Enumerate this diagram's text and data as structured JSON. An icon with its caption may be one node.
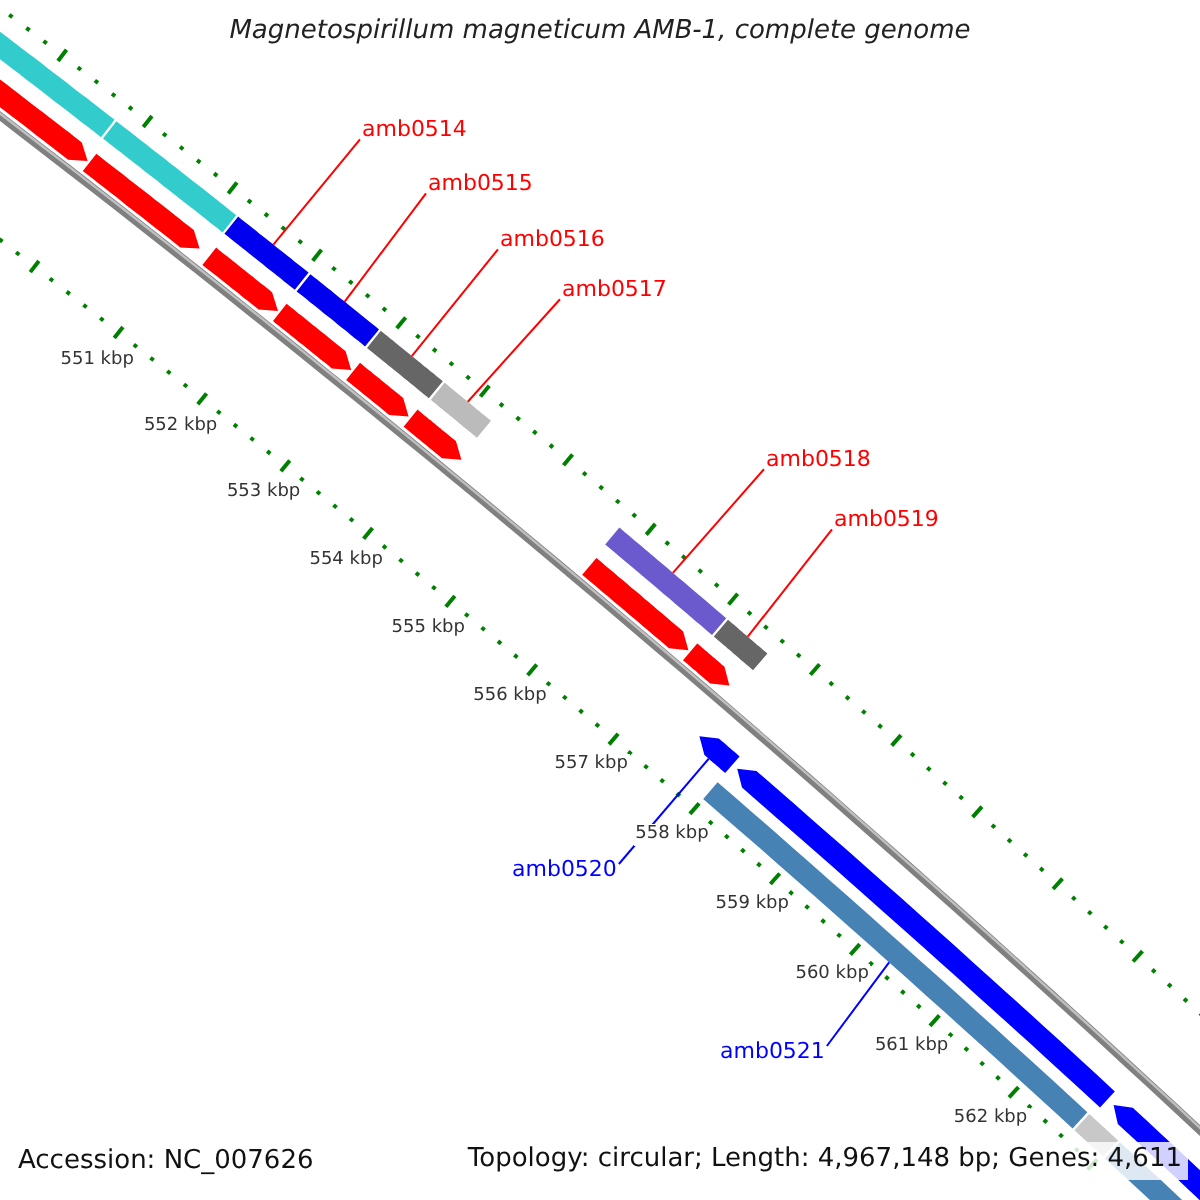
{
  "diagram": {
    "title": "Magnetospirillum magneticum AMB-1, complete genome",
    "nodes": [
      {
        "text": [
          "amb0514"
        ]
      },
      {
        "text": [
          "amb0515"
        ]
      },
      {
        "text": [
          "amb0516"
        ]
      },
      {
        "text": [
          "amb0517"
        ]
      },
      {
        "text": [
          "amb0518"
        ]
      },
      {
        "text": [
          "amb0519"
        ]
      },
      {
        "text": [
          "amb0520"
        ]
      },
      {
        "text": [
          "amb0521"
        ]
      },
      {
        "text": [],
        "shape": "bar"
      },
      {
        "text": [],
        "shape": "bar"
      },
      {
        "text": [],
        "shape": "bar"
      },
      {
        "text": [],
        "shape": "bar"
      },
      {
        "text": [],
        "shape": "bar"
      },
      {
        "text": [],
        "shape": "bar"
      },
      {
        "text": [],
        "shape": "arrow"
      },
      {
        "text": [],
        "shape": "bar"
      }
    ],
    "edges": [
      {
        "from": 0,
        "to": 8,
        "arrow": "none"
      },
      {
        "from": 1,
        "to": 9,
        "arrow": "none"
      },
      {
        "from": 2,
        "to": 10,
        "arrow": "none"
      },
      {
        "from": 3,
        "to": 11,
        "arrow": "none"
      },
      {
        "from": 4,
        "to": 12,
        "arrow": "none"
      },
      {
        "from": 5,
        "to": 13,
        "arrow": "none"
      },
      {
        "from": 6,
        "to": 14,
        "arrow": "none",
        "color": "#0000ff"
      },
      {
        "from": 7,
        "to": 15,
        "arrow": "none",
        "color": "#0000ff"
      }
    ],
    "labels": [
      "551 kbp",
      "552 kbp",
      "553 kbp",
      "554 kbp",
      "555 kbp",
      "556 kbp",
      "557 kbp",
      "558 kbp",
      "559 kbp",
      "560 kbp",
      "561 kbp",
      "562 kbp",
      "Accession: NC_007626",
      "Topology: circular; Length: 4,967,148 bp; Genes: 4,611"
    ]
  }
}
